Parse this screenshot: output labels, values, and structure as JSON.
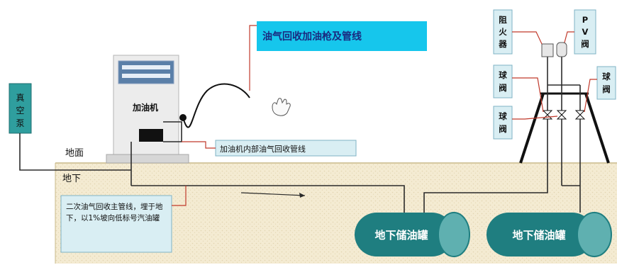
{
  "labels": {
    "vapor_recovery_nozzle": "油气回收加油枪及管线",
    "dispenser": "加油机",
    "dispenser_internal_line": "加油机内部油气回收管线",
    "vacuum_pump": "真空泵",
    "ground": "地面",
    "underground": "地下",
    "main_pipe_note": "二次油气回收主管线，埋于地下，以1%坡向低标号汽油罐",
    "flame_arrester": "阻火器",
    "pv_valve": "PV阀",
    "ball_valve_left_upper": "球阀",
    "ball_valve_left_lower": "球阀",
    "ball_valve_right": "球阀",
    "tank_left": "地下储油罐",
    "tank_right": "地下储油罐"
  },
  "colors": {
    "soil": "#f4ebd2",
    "soil_dots": "#e2d4b0",
    "tank": "#1f7e80",
    "tank_end": "#5fb0b0",
    "label_fill": "#d9eef3",
    "label_border": "#7fb3c4",
    "callout": "#c0392b",
    "header_box": "#16c6ec",
    "header_text": "#1a2a80",
    "vacuum_pump": "#2f9e9e",
    "pipe": "#2b2b2b",
    "dispenser_body": "#ececec",
    "dispenser_panel": "#5a7fa8"
  }
}
